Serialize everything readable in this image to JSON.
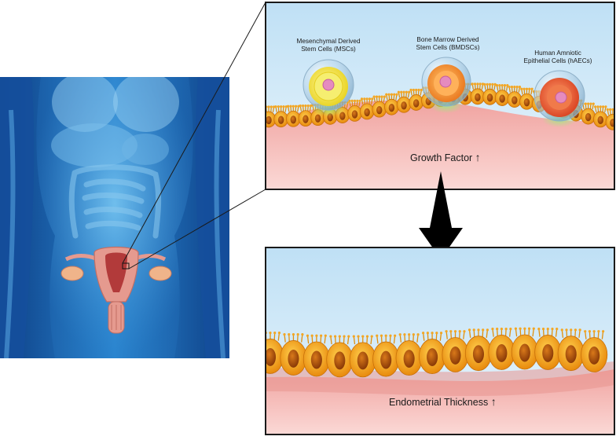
{
  "labels": {
    "msc": [
      "Mesenchymal Derived",
      "Stem Cells (MSCs)"
    ],
    "bmdsc": [
      "Bone Marrow Derived",
      "Stem Cells (BMDSCs)"
    ],
    "haec": [
      "Human Amniotic",
      "Epithelial Cells (hAECs)"
    ],
    "growth_factor": "Growth Factor",
    "endometrial_thickness": "Endometrial Thickness",
    "up_arrow": "↑"
  },
  "colors": {
    "body_blue": "#1f6fb8",
    "uterus_pink": "#e59a8f",
    "fluid_blue": "#cfe6f6",
    "tissue_pink": "#f4b6b2",
    "cell_orange": "#f0a11a",
    "msc_yellow": "#f4e83a",
    "haec_red": "#e0502a"
  }
}
